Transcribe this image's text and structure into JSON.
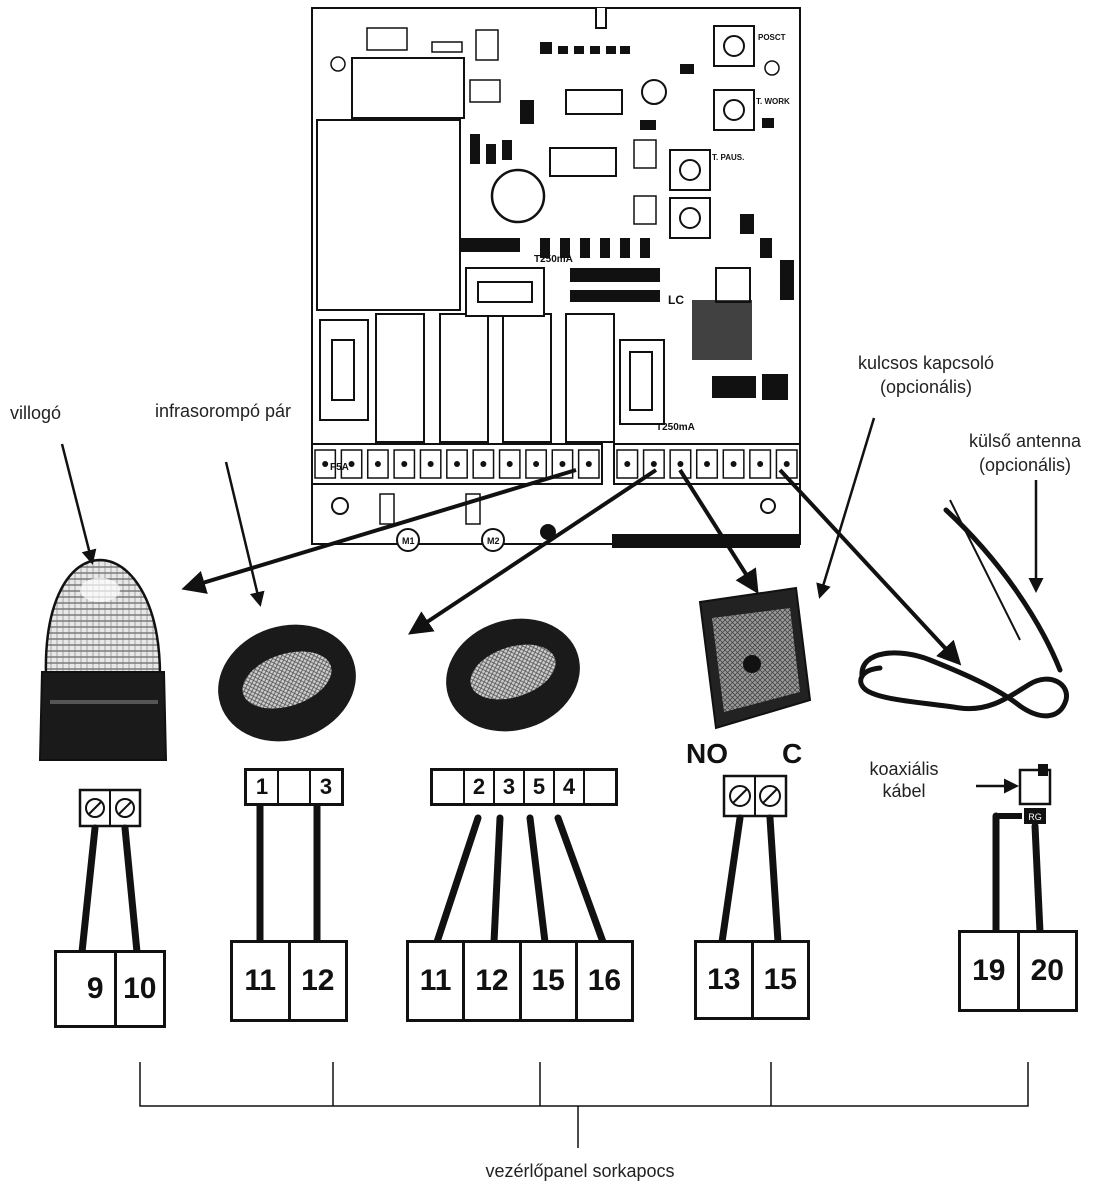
{
  "labels": {
    "flasher": "villogó",
    "photocell": "infrasorompó pár",
    "key_switch_line1": "kulcsos kapcsoló",
    "key_switch_line2": "(opcionális)",
    "antenna_line1": "külső antenna",
    "antenna_line2": "(opcionális)",
    "coax_line1": "koaxiális",
    "coax_line2": "kábel",
    "panel_terminal": "vezérlőpanel sorkapocs"
  },
  "device_terminals": {
    "photocell_tx": [
      "1",
      "",
      "3"
    ],
    "photocell_rx": [
      "",
      "2",
      "3",
      "5",
      "4",
      ""
    ],
    "key_switch_no": "NO",
    "key_switch_c": "C"
  },
  "panel_blocks": {
    "flasher": [
      "9",
      "10"
    ],
    "photocell_tx": [
      "11",
      "12"
    ],
    "photocell_rx": [
      "11",
      "12",
      "15",
      "16"
    ],
    "key_switch": [
      "13",
      "15"
    ],
    "antenna": [
      "19",
      "20"
    ]
  },
  "board_text": {
    "fuse_top": "T250mA",
    "fuse_bottom": "T250mA",
    "fuse_left": "F5A",
    "lc": "LC",
    "m1": "M1",
    "m2": "M2",
    "pot1": "POSCT",
    "pot2": "T. WORK",
    "pot3": "T. PAUS."
  }
}
